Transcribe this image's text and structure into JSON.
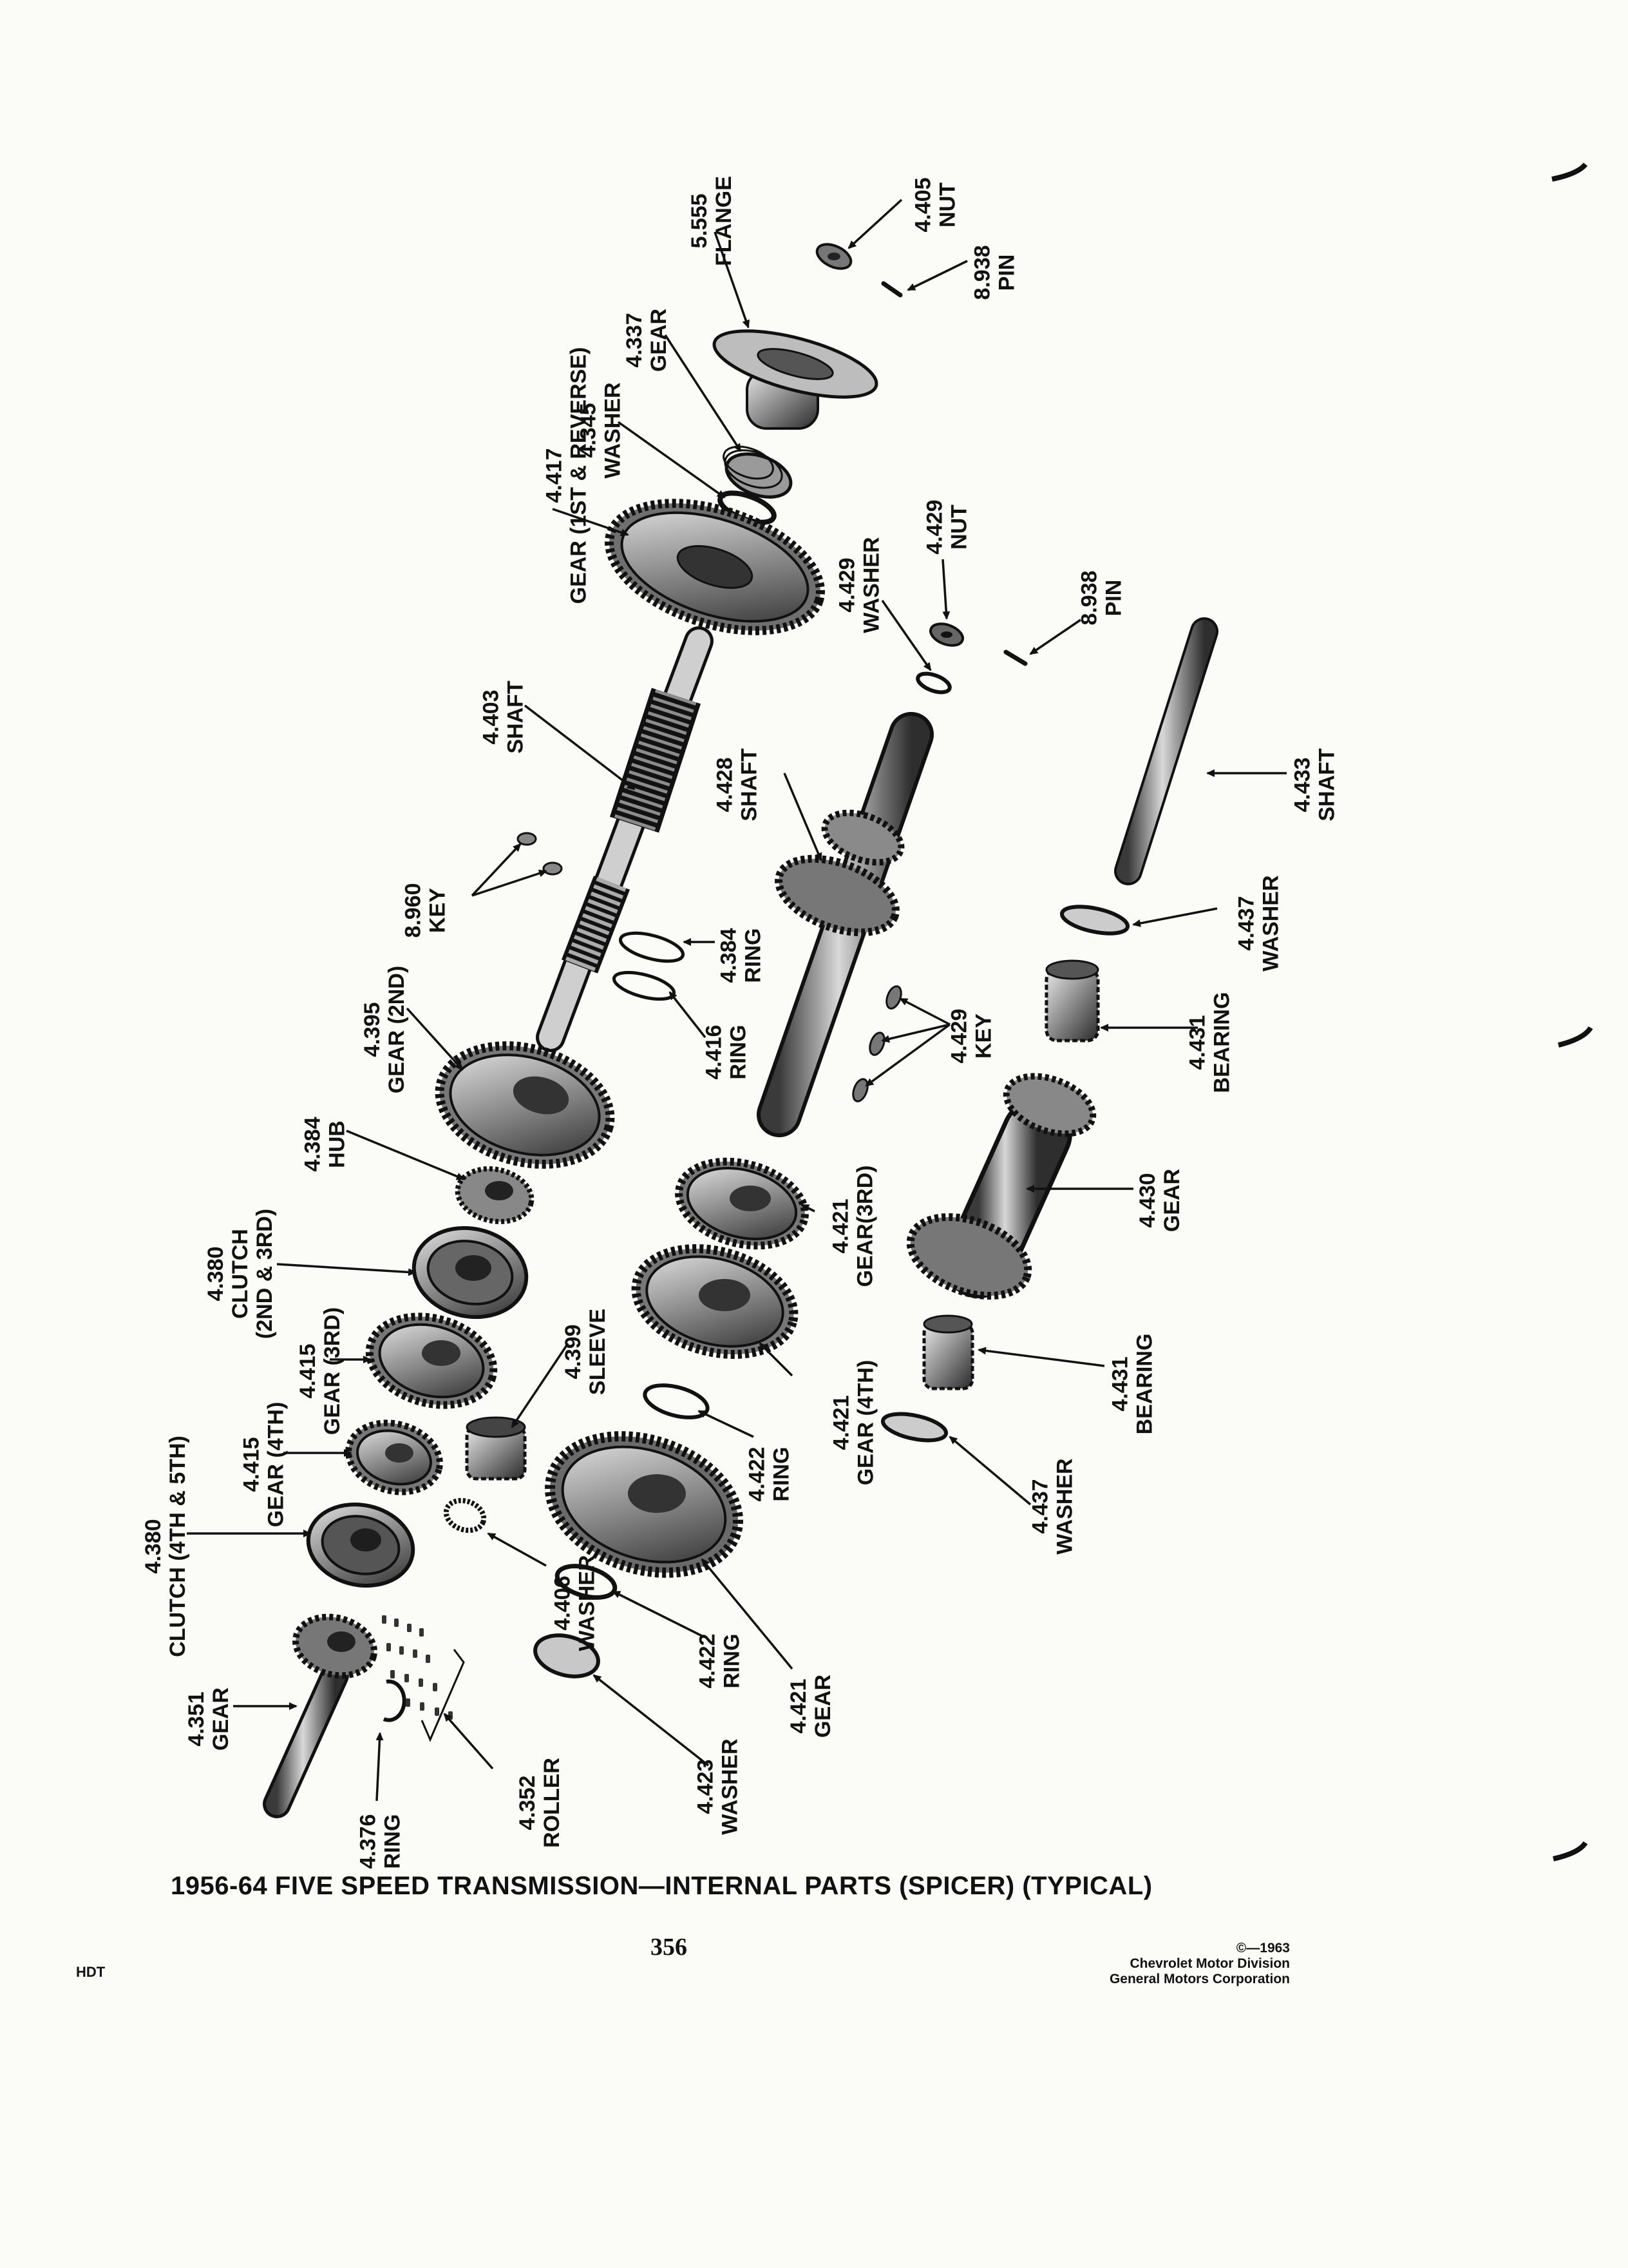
{
  "caption": "1956-64 FIVE SPEED TRANSMISSION—INTERNAL PARTS (SPICER) (TYPICAL)",
  "page_number": "356",
  "doc_code": "HDT",
  "copyright": {
    "line1": "©—1963",
    "line2": "Chevrolet Motor Division",
    "line3": "General Motors Corporation"
  },
  "parts": [
    {
      "id": "flange-5555",
      "number": "5.555",
      "name": "FLANGE"
    },
    {
      "id": "nut-4405",
      "number": "4.405",
      "name": "NUT"
    },
    {
      "id": "pin-8938-a",
      "number": "8.938",
      "name": "PIN"
    },
    {
      "id": "gear-4337",
      "number": "4.337",
      "name": "GEAR"
    },
    {
      "id": "washer-4345",
      "number": "4.345",
      "name": "WASHER"
    },
    {
      "id": "gear-4417",
      "number": "4.417",
      "name": "GEAR (1ST & REVERSE)"
    },
    {
      "id": "washer-4429",
      "number": "4.429",
      "name": "WASHER"
    },
    {
      "id": "nut-4429",
      "number": "4.429",
      "name": "NUT"
    },
    {
      "id": "pin-8938-b",
      "number": "8.938",
      "name": "PIN"
    },
    {
      "id": "shaft-4403",
      "number": "4.403",
      "name": "SHAFT"
    },
    {
      "id": "shaft-4428",
      "number": "4.428",
      "name": "SHAFT"
    },
    {
      "id": "shaft-4433",
      "number": "4.433",
      "name": "SHAFT"
    },
    {
      "id": "key-8960",
      "number": "8.960",
      "name": "KEY"
    },
    {
      "id": "ring-4384",
      "number": "4.384",
      "name": "RING"
    },
    {
      "id": "washer-4437-a",
      "number": "4.437",
      "name": "WASHER"
    },
    {
      "id": "ring-4416",
      "number": "4.416",
      "name": "RING"
    },
    {
      "id": "key-4429",
      "number": "4.429",
      "name": "KEY"
    },
    {
      "id": "bearing-4431-a",
      "number": "4.431",
      "name": "BEARING"
    },
    {
      "id": "gear-4395",
      "number": "4.395",
      "name": "GEAR (2ND)"
    },
    {
      "id": "hub-4384",
      "number": "4.384",
      "name": "HUB"
    },
    {
      "id": "gear-4421-3rd",
      "number": "4.421",
      "name": "GEAR(3RD)"
    },
    {
      "id": "gear-4430",
      "number": "4.430",
      "name": "GEAR"
    },
    {
      "id": "clutch-4380-a",
      "number": "4.380",
      "name": "CLUTCH",
      "name2": "(2ND & 3RD)"
    },
    {
      "id": "sleeve-4399",
      "number": "4.399",
      "name": "SLEEVE"
    },
    {
      "id": "gear-4415-3rd",
      "number": "4.415",
      "name": "GEAR (3RD)"
    },
    {
      "id": "gear-4415-4th",
      "number": "4.415",
      "name": "GEAR (4TH)"
    },
    {
      "id": "gear-4421-4th",
      "number": "4.421",
      "name": "GEAR (4TH)"
    },
    {
      "id": "ring-4422-a",
      "number": "4.422",
      "name": "RING"
    },
    {
      "id": "bearing-4431-b",
      "number": "4.431",
      "name": "BEARING"
    },
    {
      "id": "washer-4437-b",
      "number": "4.437",
      "name": "WASHER"
    },
    {
      "id": "clutch-4380-b",
      "number": "4.380",
      "name": "CLUTCH (4TH & 5TH)"
    },
    {
      "id": "washer-4406",
      "number": "4.406",
      "name": "WASHER"
    },
    {
      "id": "ring-4422-b",
      "number": "4.422",
      "name": "RING"
    },
    {
      "id": "gear-4421",
      "number": "4.421",
      "name": "GEAR"
    },
    {
      "id": "gear-4351",
      "number": "4.351",
      "name": "GEAR"
    },
    {
      "id": "washer-4423",
      "number": "4.423",
      "name": "WASHER"
    },
    {
      "id": "roller-4352",
      "number": "4.352",
      "name": "ROLLER"
    },
    {
      "id": "ring-4376",
      "number": "4.376",
      "name": "RING"
    }
  ]
}
